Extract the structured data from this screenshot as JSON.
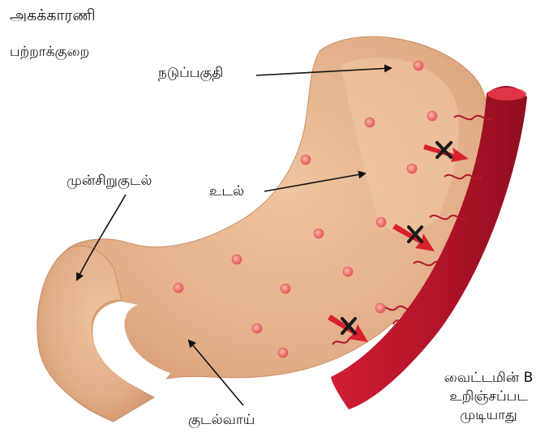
{
  "title": {
    "line1": "அகக்காரணி",
    "line2": "பற்றாக்குறை"
  },
  "labels": {
    "fundus": "நடுப்பகுதி",
    "duodenum": "முன்சிறுகுடல்",
    "body": "உடல்",
    "antrum": "குடல்வாய்"
  },
  "note": {
    "line1": "வைட்டமின் B",
    "line2": "உறிஞ்சப்பட",
    "line3": "முடியாது"
  },
  "colors": {
    "stomach": "#e8b690",
    "stomach_shade": "#d59c73",
    "dots": "#ee7f7a",
    "vessel": "#c8182e",
    "vessel_dark": "#8e0d1e",
    "arrow": "#d8202f",
    "blocked_x": "#1a1a1a"
  },
  "icons": {
    "blocked": "blocked-x-icon",
    "arrow": "absorption-arrow-icon"
  }
}
